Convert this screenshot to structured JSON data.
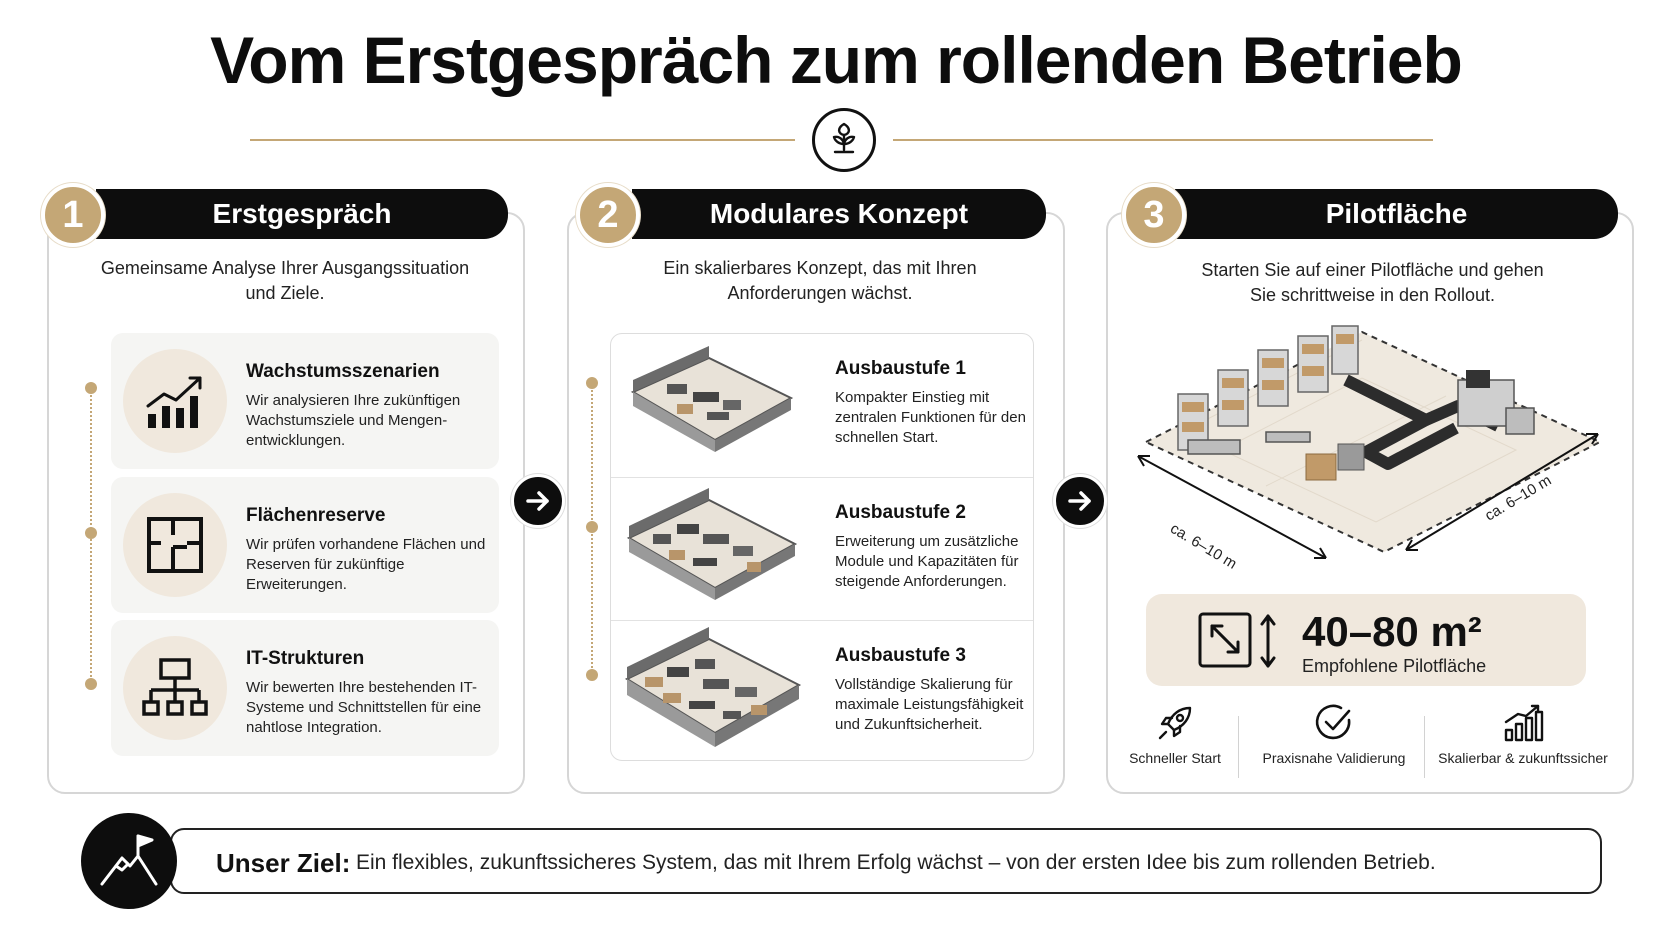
{
  "title": "Vom Erstgespräch zum rollenden Betrieb",
  "colors": {
    "accent": "#c4a776",
    "dark": "#0d0d0d",
    "cream": "#f0e8dd"
  },
  "steps": [
    {
      "number": "1",
      "title": "Erstgespräch",
      "lead": "Gemeinsame Analyse Ihrer Ausgangssituation und Ziele.",
      "items": [
        {
          "icon": "growth-chart-icon",
          "title": "Wachstumsszenarien",
          "text": "Wir analysieren Ihre zukünftigen Wachstumsziele und Mengen-entwicklungen."
        },
        {
          "icon": "floor-plan-icon",
          "title": "Flächenreserve",
          "text": "Wir prüfen vorhandene Flächen und Reserven für zukünftige Erweiterungen."
        },
        {
          "icon": "network-structure-icon",
          "title": "IT-Strukturen",
          "text": "Wir bewerten Ihre bestehenden IT-Systeme und Schnittstellen für eine nahtlose Integration."
        }
      ]
    },
    {
      "number": "2",
      "title": "Modulares Konzept",
      "lead": "Ein skalierbares Konzept, das mit Ihren Anforderungen wächst.",
      "stages": [
        {
          "title": "Ausbaustufe 1",
          "text": "Kompakter Einstieg mit zentralen Funktionen für den schnellen Start."
        },
        {
          "title": "Ausbaustufe 2",
          "text": "Erweiterung um zusätzliche Module und Kapazitäten für steigende Anforderungen."
        },
        {
          "title": "Ausbaustufe 3",
          "text": "Vollständige Skalierung für maximale Leistungsfähigkeit und Zukunftsicherheit."
        }
      ]
    },
    {
      "number": "3",
      "title": "Pilotfläche",
      "lead": "Starten Sie auf einer Pilotfläche und gehen Sie schrittweise in den Rollout.",
      "dim_left": "ca. 6–10 m",
      "dim_right": "ca. 6–10 m",
      "area_value": "40–80 m²",
      "area_caption": "Empfohlene Pilotfläche",
      "features": [
        {
          "icon": "rocket-icon",
          "label": "Schneller Start"
        },
        {
          "icon": "check-circle-icon",
          "label": "Praxisnahe Validierung"
        },
        {
          "icon": "scalable-chart-icon",
          "label": "Skalierbar & zukunftssicher"
        }
      ]
    }
  ],
  "goal": {
    "label": "Unser Ziel:",
    "text": "Ein flexibles, zukunftssicheres System, das mit Ihrem Erfolg wächst – von der ersten Idee bis zum rollenden Betrieb."
  }
}
